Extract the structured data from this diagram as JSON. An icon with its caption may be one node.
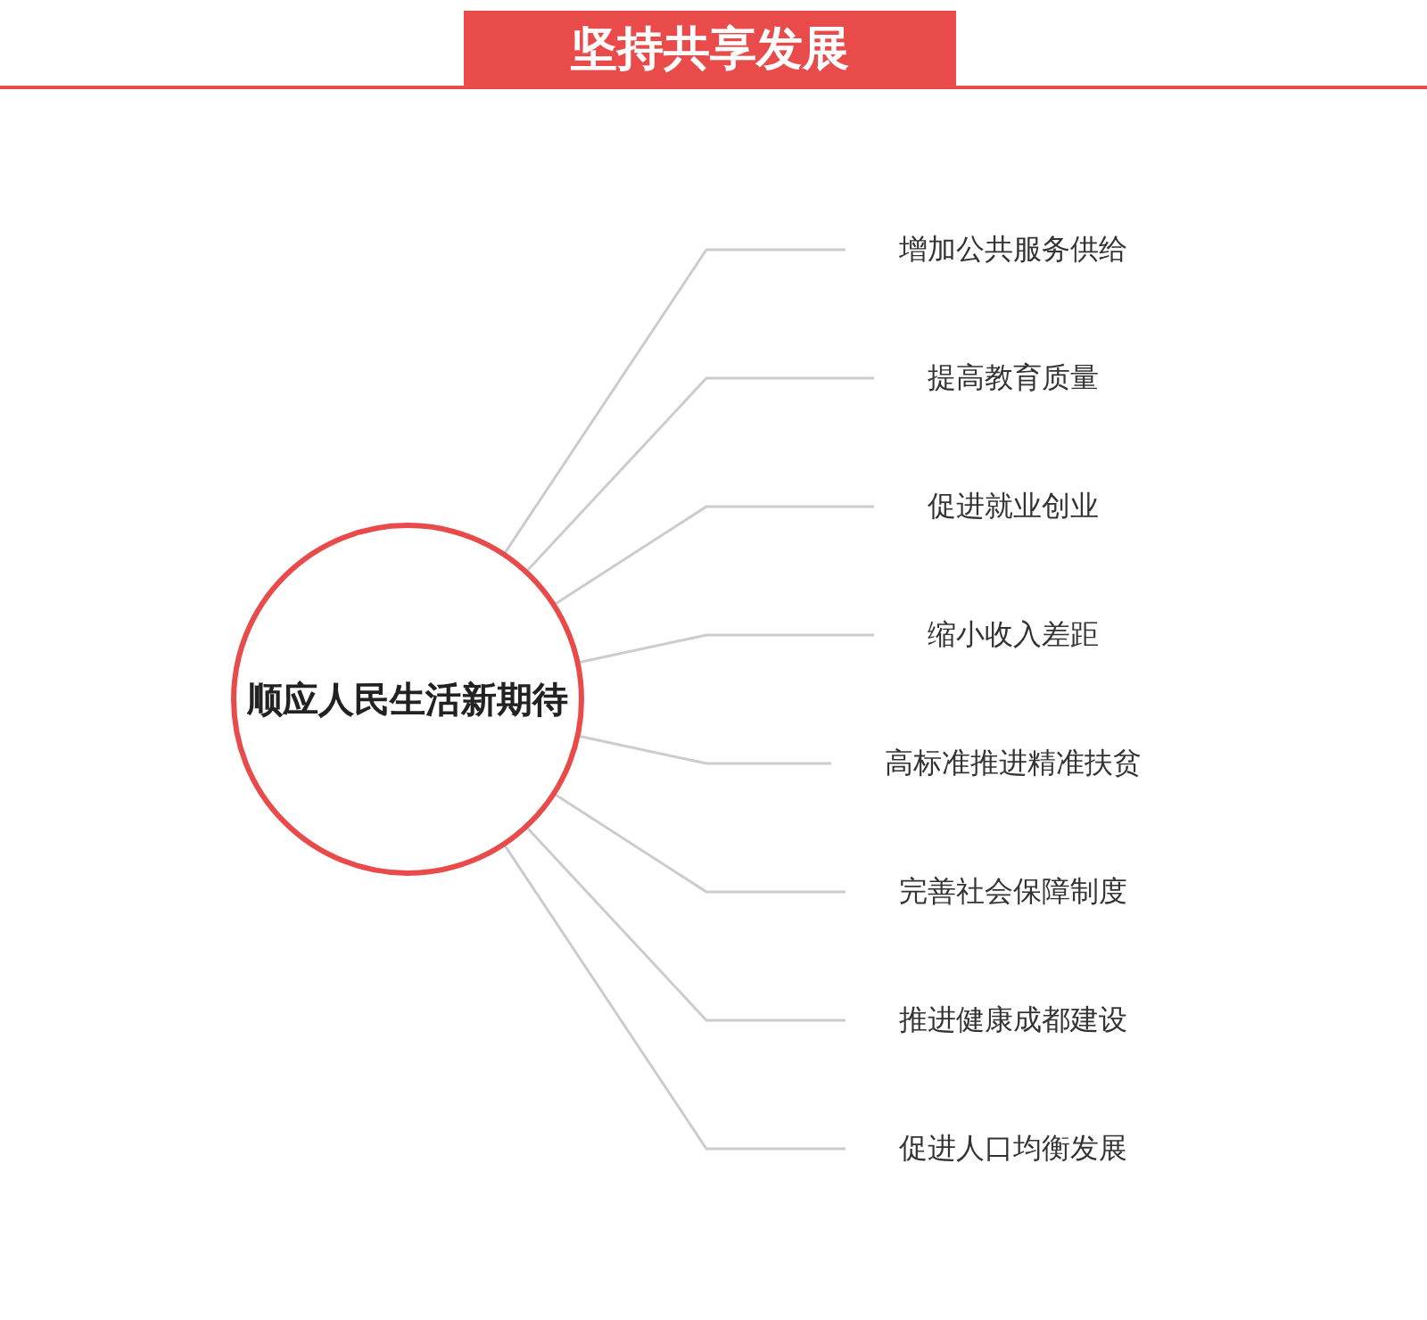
{
  "diagram": {
    "title": "坚持共享发展",
    "nodes": [
      {
        "text": [
          "顺应人民生活新期待"
        ]
      },
      {
        "text": [
          "增加公共服务供给"
        ]
      },
      {
        "text": [
          "提高教育质量"
        ]
      },
      {
        "text": [
          "促进就业创业"
        ]
      },
      {
        "text": [
          "缩小收入差距"
        ]
      },
      {
        "text": [
          "高标准推进精准扶贫"
        ]
      },
      {
        "text": [
          "完善社会保障制度"
        ]
      },
      {
        "text": [
          "推进健康成都建设"
        ]
      },
      {
        "text": [
          "促进人口均衡发展"
        ]
      }
    ],
    "edges": [
      {
        "from": 0,
        "to": 1,
        "arrow": "none"
      },
      {
        "from": 0,
        "to": 2,
        "arrow": "none"
      },
      {
        "from": 0,
        "to": 3,
        "arrow": "none"
      },
      {
        "from": 0,
        "to": 4,
        "arrow": "none"
      },
      {
        "from": 0,
        "to": 5,
        "arrow": "none"
      },
      {
        "from": 0,
        "to": 6,
        "arrow": "none"
      },
      {
        "from": 0,
        "to": 7,
        "arrow": "none"
      },
      {
        "from": 0,
        "to": 8,
        "arrow": "none"
      }
    ]
  }
}
